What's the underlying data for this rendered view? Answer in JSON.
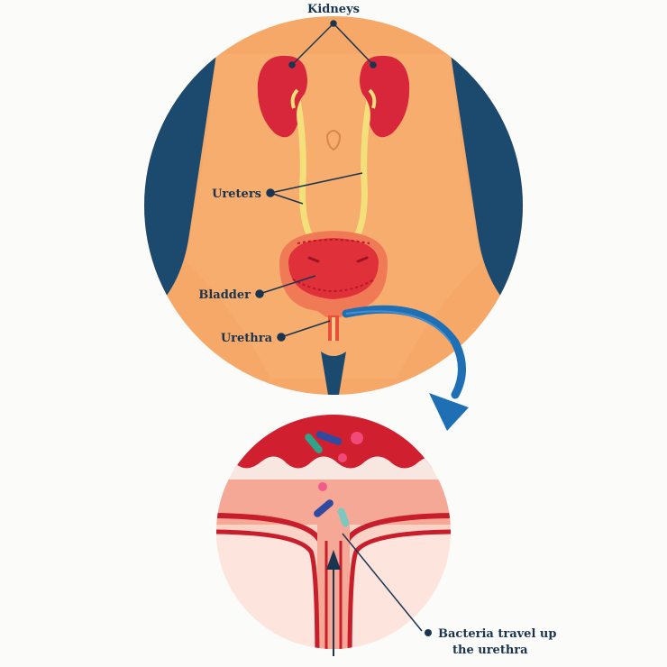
{
  "labels": {
    "kidneys": "Kidneys",
    "ureters": "Ureters",
    "bladder": "Bladder",
    "urethra": "Urethra",
    "bacteria_line1": "Bacteria travel up",
    "bacteria_line2": "the urethra"
  },
  "colors": {
    "skin": "#f5a868",
    "skin_dark": "#e8904c",
    "navy": "#1c4a6e",
    "kidney": "#d8263a",
    "ureter": "#f4e07a",
    "bladder_rim": "#f07a55",
    "arrow_blue": "#1f6fb5",
    "tissue_red": "#d02030",
    "tissue_pink": "#f8b0a0",
    "label_text": "#1b3550"
  },
  "icons": [
    "curved-arrow-icon",
    "upward-arrow-icon",
    "bacteria-icon"
  ]
}
